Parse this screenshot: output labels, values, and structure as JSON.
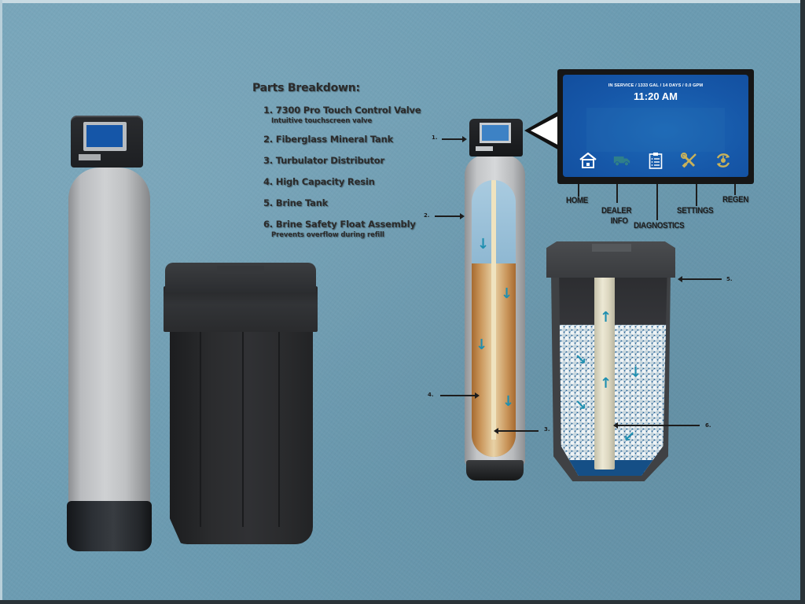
{
  "parts_breakdown": {
    "title": "Parts Breakdown:",
    "items": [
      {
        "number": "1.",
        "label": "7300 Pro Touch Control Valve",
        "description": "Intuitive touchscreen valve"
      },
      {
        "number": "2.",
        "label": "Fiberglass Mineral Tank"
      },
      {
        "number": "3.",
        "label": "Turbulator Distributor"
      },
      {
        "number": "4.",
        "label": "High Capacity Resin"
      },
      {
        "number": "5.",
        "label": "Brine Tank"
      },
      {
        "number": "6.",
        "label": "Brine Safety Float Assembly",
        "description": "Prevents overflow during refill"
      }
    ]
  },
  "touch_screen": {
    "status_line": "IN SERVICE / 1333 GAL / 14 DAYS / 0.0 GPM",
    "time": "11:20 AM",
    "icons": [
      {
        "name": "home-icon",
        "label": "HOME",
        "color": "#ffffff"
      },
      {
        "name": "truck-icon",
        "label_line1": "DEALER",
        "label_line2": "INFO",
        "color": "#2f7f8a"
      },
      {
        "name": "clipboard-icon",
        "label": "DIAGNOSTICS",
        "color": "#ffffff"
      },
      {
        "name": "wrench-screwdriver-icon",
        "label": "SETTINGS",
        "color": "#c9b25a"
      },
      {
        "name": "regen-icon",
        "label": "REGEN",
        "color": "#c9b25a"
      }
    ]
  },
  "callouts": {
    "c1": "1.",
    "c2": "2.",
    "c3": "3.",
    "c4": "4.",
    "c5": "5.",
    "c6": "6."
  },
  "colors": {
    "background": "#6f9fb5",
    "screen_blue": "#1657a8",
    "flow_arrow": "#1f8fb0",
    "resin": "#c9955a"
  }
}
